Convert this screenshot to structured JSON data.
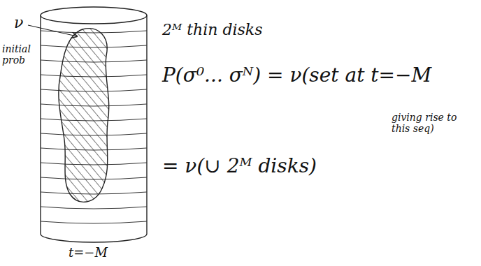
{
  "diagram": {
    "labels": [
      "ν",
      "initial prob",
      "2ᴹ thin disks",
      "P(σ⁰... σᴺ) = ν(set at t=−M",
      "giving rise to this seq)",
      "= ν(∪ 2ᴹ disks)",
      "t=−M"
    ]
  }
}
